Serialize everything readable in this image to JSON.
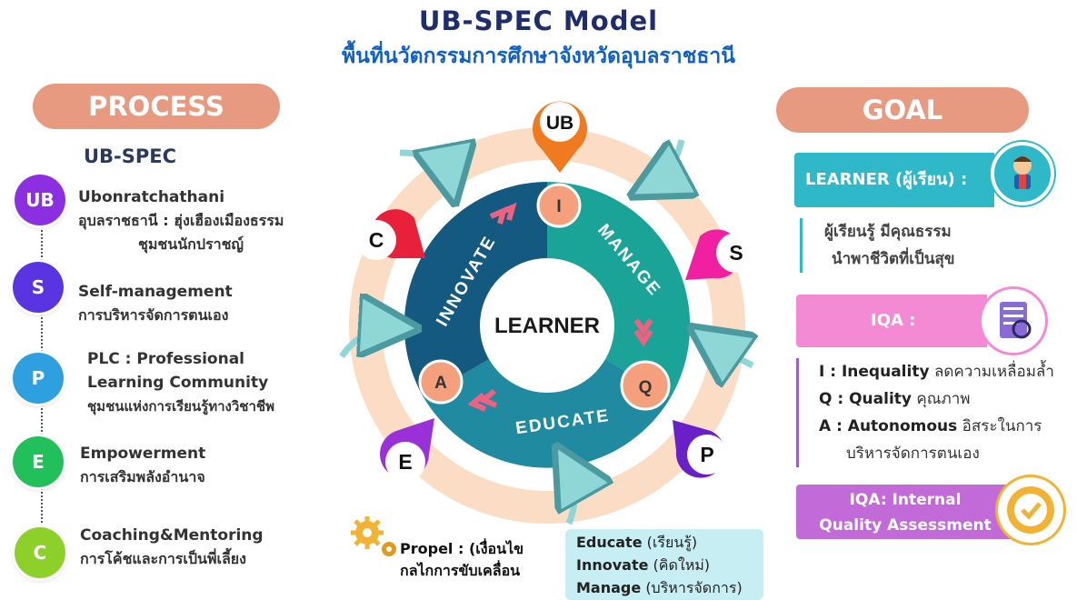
{
  "title": "UB-SPEC  Model",
  "subtitle": "พื้นที่นวัตกรรมการศึกษาจังหวัดอุบลราชธานี",
  "process": {
    "heading": "PROCESS",
    "label": "UB-SPEC",
    "steps": [
      {
        "letter": "UB",
        "color": "#8b2fe0",
        "line1": "Ubonratchathani",
        "line2": "อุบลราชธานี : ฮุ่งเฮืองเมืองธรรม",
        "line3": "ชุมชนนักปราชญ์"
      },
      {
        "letter": "S",
        "color": "#5a34e0",
        "line1": "Self-management",
        "line2": "การบริหารจัดการตนเอง",
        "line3": ""
      },
      {
        "letter": "P",
        "color": "#2ea0e0",
        "line1": "PLC : Professional",
        "line2": "Learning Community",
        "line3": "ชุมชนแห่งการเรียนรู้ทางวิชาชีพ"
      },
      {
        "letter": "E",
        "color": "#22c05a",
        "line1": "Empowerment",
        "line2": "การเสริมพลังอำนาจ",
        "line3": ""
      },
      {
        "letter": "C",
        "color": "#8ed02a",
        "line1": "Coaching&Mentoring",
        "line2": "การโค้ชและการเป็นพี่เลี้ยง",
        "line3": ""
      }
    ]
  },
  "cycle": {
    "center": "LEARNER",
    "segments": [
      "INNOVATE",
      "MANAGE",
      "EDUCATE"
    ],
    "nodes": [
      "I",
      "A",
      "Q"
    ],
    "pins": [
      {
        "label": "UB",
        "color": "#f07a20"
      },
      {
        "label": "C",
        "color": "#e8203a"
      },
      {
        "label": "S",
        "color": "#f020a0"
      },
      {
        "label": "E",
        "color": "#9a30d8"
      },
      {
        "label": "P",
        "color": "#6a20c8"
      }
    ]
  },
  "goal": {
    "heading": "GOAL",
    "learner_label": "LEARNER (ผู้เรียน) :",
    "learner_desc1": "ผู้เรียนรู้ มีคุณธรรม",
    "learner_desc2": "นำพาชีวิตที่เป็นสุข",
    "iqa_label": "IQA :",
    "iqa_items": [
      {
        "key": "I : Inequality",
        "desc": "ลดความเหลื่อมล้ำ"
      },
      {
        "key": "Q : Quality",
        "desc": "คุณภาพ"
      },
      {
        "key": "A : Autonomous",
        "desc": "อิสระในการ"
      }
    ],
    "iqa_item_cont": "บริหารจัดการตนเอง",
    "internal_line1": "IQA: Internal",
    "internal_line2": "Quality Assessment"
  },
  "propel": {
    "line1": "Propel :  (เงื่อนไข",
    "line2": "กลไกการขับเคลื่อน",
    "items": [
      {
        "key": "Educate",
        "desc": "(เรียนรู้)"
      },
      {
        "key": "Innovate",
        "desc": "(คิดใหม่)"
      },
      {
        "key": "Manage",
        "desc": "(บริหารจัดการ)"
      }
    ]
  }
}
